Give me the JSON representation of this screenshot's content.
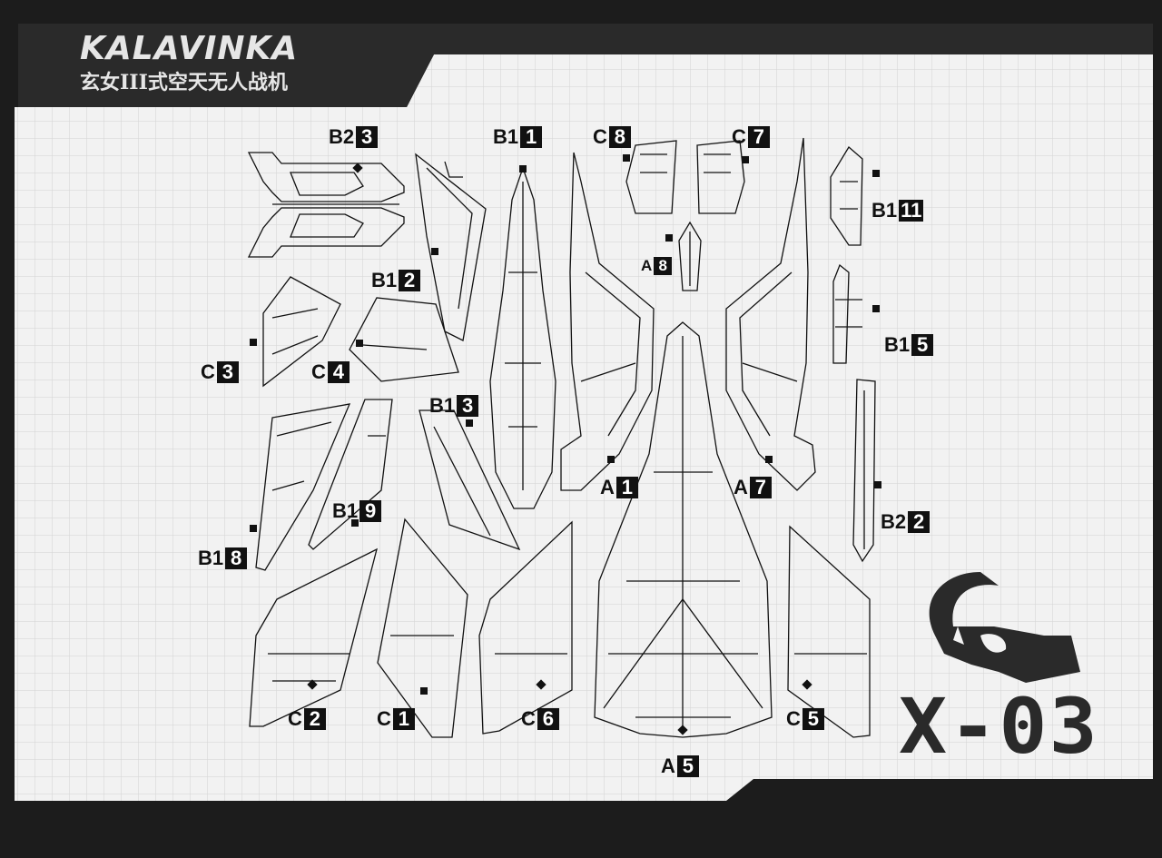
{
  "header": {
    "brand": "KALAVINKA",
    "subtitle": "玄女III式空天无人战机"
  },
  "model_code": "X-03",
  "logo_icon": "kalavinka-bird-head-icon",
  "colors": {
    "frame": "#1c1c1c",
    "paper": "#f2f2f2",
    "grid": "#d3d3d3",
    "ink": "#111111"
  },
  "parts": [
    {
      "group": "B2",
      "num": "3"
    },
    {
      "group": "B1",
      "num": "1"
    },
    {
      "group": "C",
      "num": "8"
    },
    {
      "group": "C",
      "num": "7"
    },
    {
      "group": "B1",
      "num": "11"
    },
    {
      "group": "A",
      "num": "8"
    },
    {
      "group": "B1",
      "num": "2"
    },
    {
      "group": "B1",
      "num": "5"
    },
    {
      "group": "C",
      "num": "3"
    },
    {
      "group": "C",
      "num": "4"
    },
    {
      "group": "B1",
      "num": "3"
    },
    {
      "group": "A",
      "num": "1"
    },
    {
      "group": "A",
      "num": "7"
    },
    {
      "group": "B2",
      "num": "2"
    },
    {
      "group": "B1",
      "num": "9"
    },
    {
      "group": "B1",
      "num": "8"
    },
    {
      "group": "C",
      "num": "2"
    },
    {
      "group": "C",
      "num": "1"
    },
    {
      "group": "C",
      "num": "6"
    },
    {
      "group": "C",
      "num": "5"
    },
    {
      "group": "A",
      "num": "5"
    }
  ]
}
